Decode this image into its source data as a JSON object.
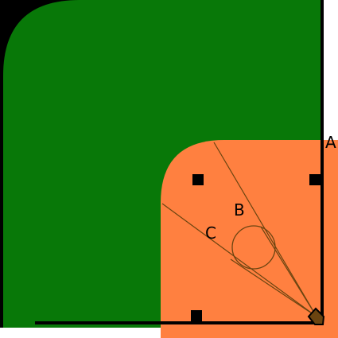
{
  "labels": {
    "a": "A",
    "b": "B",
    "c": "C"
  },
  "colors": {
    "background": "#000000",
    "outfield_grass": "#087808",
    "infield_dirt": "#ff8040",
    "lines": "#000000",
    "guide_lines": "#6b4410",
    "page_white": "#ffffff"
  },
  "icons": {
    "bases": "square-base-icon",
    "home_plate": "home-plate-icon",
    "pitchers_mound": "circle-mound-icon"
  }
}
